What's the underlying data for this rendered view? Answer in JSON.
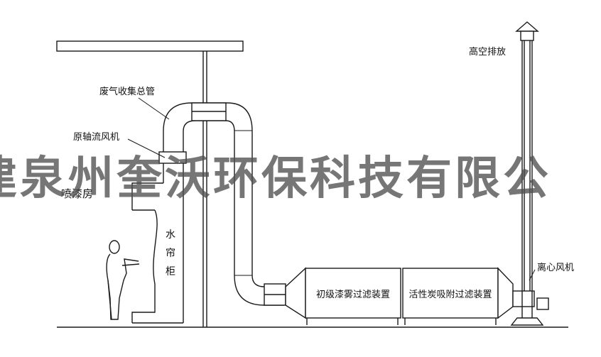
{
  "labels": {
    "exhaust_main_pipe": "废气收集总管",
    "axial_fan": "原轴流风机",
    "spray_room": "喷漆房",
    "water_curtain": "水帘柜",
    "primary_filter": "初级漆雾过滤装置",
    "activated_carbon": "活性炭吸附过滤装置",
    "high_altitude_exhaust": "高空排放",
    "centrifugal_fan": "离心风机"
  },
  "watermark": "建泉州奎沃环保科技有限公"
}
